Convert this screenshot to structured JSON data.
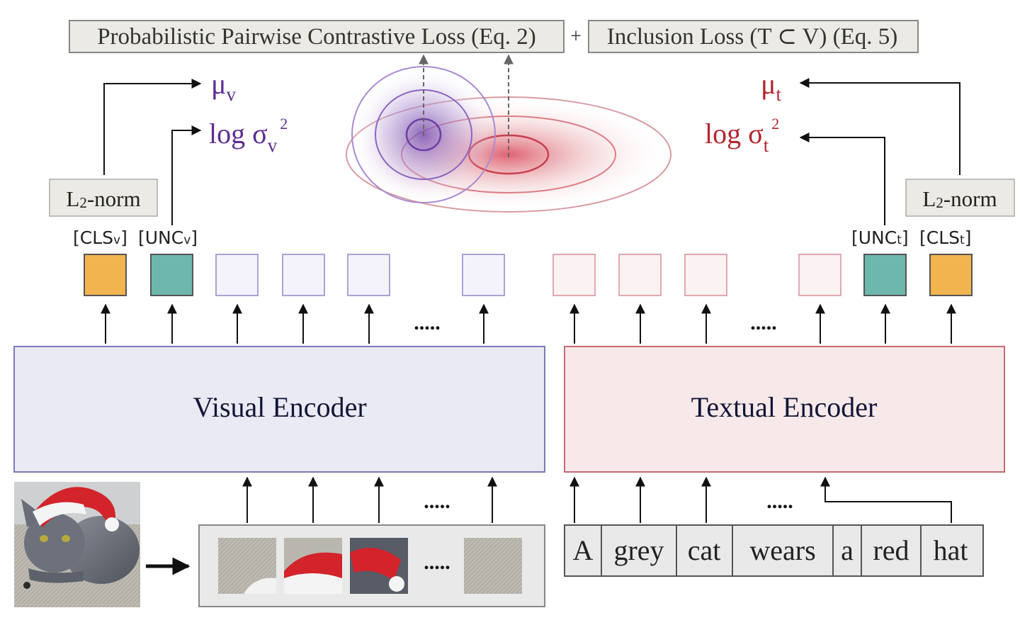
{
  "loss": {
    "contrastive": "Probabilistic Pairwise Contrastive Loss (Eq. 2)",
    "plus": "+",
    "inclusion": "Inclusion Loss (T ⊂ V) (Eq. 5)"
  },
  "visual": {
    "mu_base": "μ",
    "mu_sub": "v",
    "log": "log σ",
    "log_sub": "v",
    "log_sup": "2",
    "norm_main": "L",
    "norm_sub": "2",
    "norm_rest": "-norm",
    "cls_label": "[CLS",
    "cls_sub": "v",
    "unc_label": "[UNC",
    "unc_sub": "v",
    "bracket": "]",
    "ellipsis_tokens": ".....",
    "encoder": "Visual Encoder",
    "ellipsis_inputs": ".....",
    "ellipsis_patches": "....."
  },
  "textual": {
    "mu_base": "μ",
    "mu_sub": "t",
    "log": "log σ",
    "log_sub": "t",
    "log_sup": "2",
    "norm_main": "L",
    "norm_sub": "2",
    "norm_rest": "-norm",
    "unc_label": "[UNC",
    "unc_sub": "t",
    "cls_label": "[CLS",
    "cls_sub": "t",
    "bracket": "]",
    "ellipsis_tokens": ".....",
    "encoder": "Textual Encoder",
    "ellipsis_inputs": ".....",
    "words": [
      "A",
      "grey",
      "cat",
      "wears",
      "a",
      "red",
      "hat"
    ]
  },
  "colors": {
    "visual_purple": "#5d2e91",
    "text_red": "#b3262f",
    "cls_orange": "#f2b44f",
    "unc_teal": "#6db7ad",
    "visual_box_fill": "#eaeaf4",
    "visual_box_stroke": "#7a7ab8",
    "text_box_fill": "#f7e9ea",
    "text_box_stroke": "#c66a72",
    "norm_fill": "#ebeae5"
  },
  "icons": {
    "cat_photo": "cat-photo-icon",
    "patch": "image-patch-icon"
  }
}
